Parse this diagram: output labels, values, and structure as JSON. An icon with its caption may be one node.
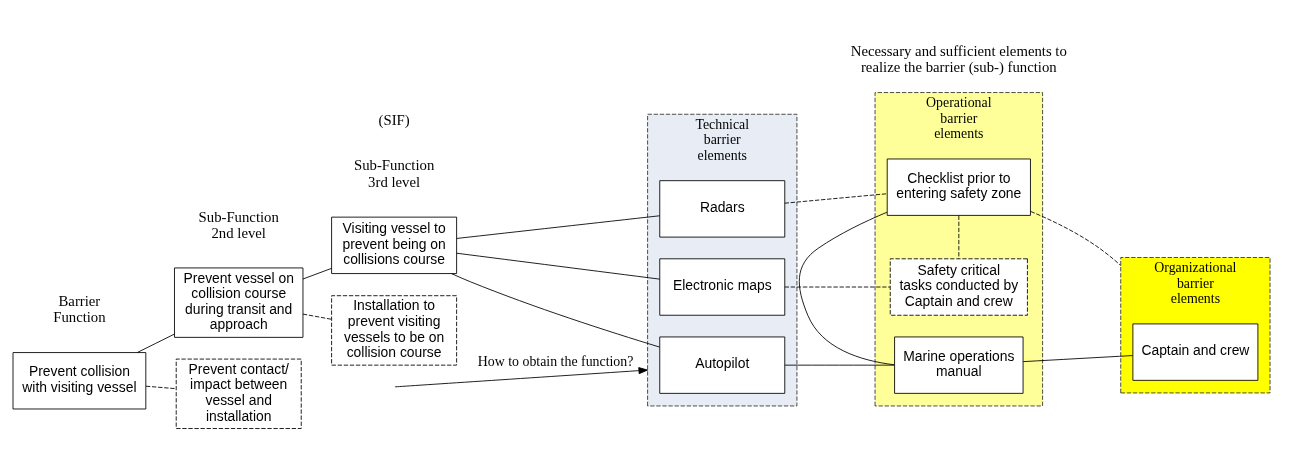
{
  "diagram": {
    "nodes": [
      {
        "text": [
          "Prevent collision with visiting vessel"
        ]
      },
      {
        "text": [
          "Prevent vessel on collision course during transit and approach"
        ]
      },
      {
        "text": [
          "Prevent contact/ impact between vessel and installation"
        ]
      },
      {
        "text": [
          "Visiting vessel to prevent being on collisions course"
        ]
      },
      {
        "text": [
          "Installation to prevent visiting vessels to be on collision course"
        ]
      },
      {
        "text": [
          "Technical barrier elements"
        ]
      },
      {
        "text": [
          "Autopilot"
        ],
        "in": 5
      },
      {
        "text": [
          "Radars"
        ],
        "in": 5
      },
      {
        "text": [
          "Electronic maps"
        ],
        "in": 5
      },
      {
        "text": [
          "Operational barrier elements"
        ]
      },
      {
        "text": [
          "Marine operations manual"
        ],
        "in": 9
      },
      {
        "text": [
          "Checklist prior to entering safety zone"
        ],
        "in": 9
      },
      {
        "text": [
          "Safety critical tasks conducted by Captain and crew"
        ],
        "in": 9
      },
      {
        "text": [
          "Organizational barrier elements"
        ]
      },
      {
        "text": [
          "Captain and crew"
        ],
        "in": 13
      }
    ],
    "edges": [
      {
        "from": 0,
        "to": 1,
        "arrow": "none"
      },
      {
        "from": 0,
        "to": 2,
        "arrow": "none",
        "style": "dashed"
      },
      {
        "from": 1,
        "to": 3,
        "arrow": "none"
      },
      {
        "from": 1,
        "to": 4,
        "arrow": "none",
        "style": "dashed"
      },
      {
        "from": 3,
        "to": 6,
        "arrow": "none"
      },
      {
        "from": 3,
        "to": 7,
        "arrow": "none"
      },
      {
        "from": 3,
        "to": 8,
        "arrow": "none"
      },
      {
        "from": 6,
        "to": 10,
        "arrow": "none"
      },
      {
        "from": 10,
        "to": 14,
        "arrow": "none"
      },
      {
        "from": 10,
        "to": 11,
        "arrow": "none"
      },
      {
        "from": 7,
        "to": 11,
        "arrow": "none",
        "style": "dashed"
      },
      {
        "from": 11,
        "to": 13,
        "arrow": "none",
        "style": "dashed"
      },
      {
        "from": 8,
        "to": 12,
        "arrow": "none",
        "style": "dashed"
      },
      {
        "from": 11,
        "to": 12,
        "arrow": "none",
        "style": "dashed"
      },
      {
        "from": null,
        "to": 5,
        "arrow": "to",
        "label": "How to obtain the function?"
      }
    ],
    "labels": [
      "Barrier Function",
      "Sub-Function 2nd level",
      "Sub-Function 3rd level",
      "(SIF)",
      "Necessary and sufficient elements to realize the barrier (sub-) function"
    ]
  }
}
